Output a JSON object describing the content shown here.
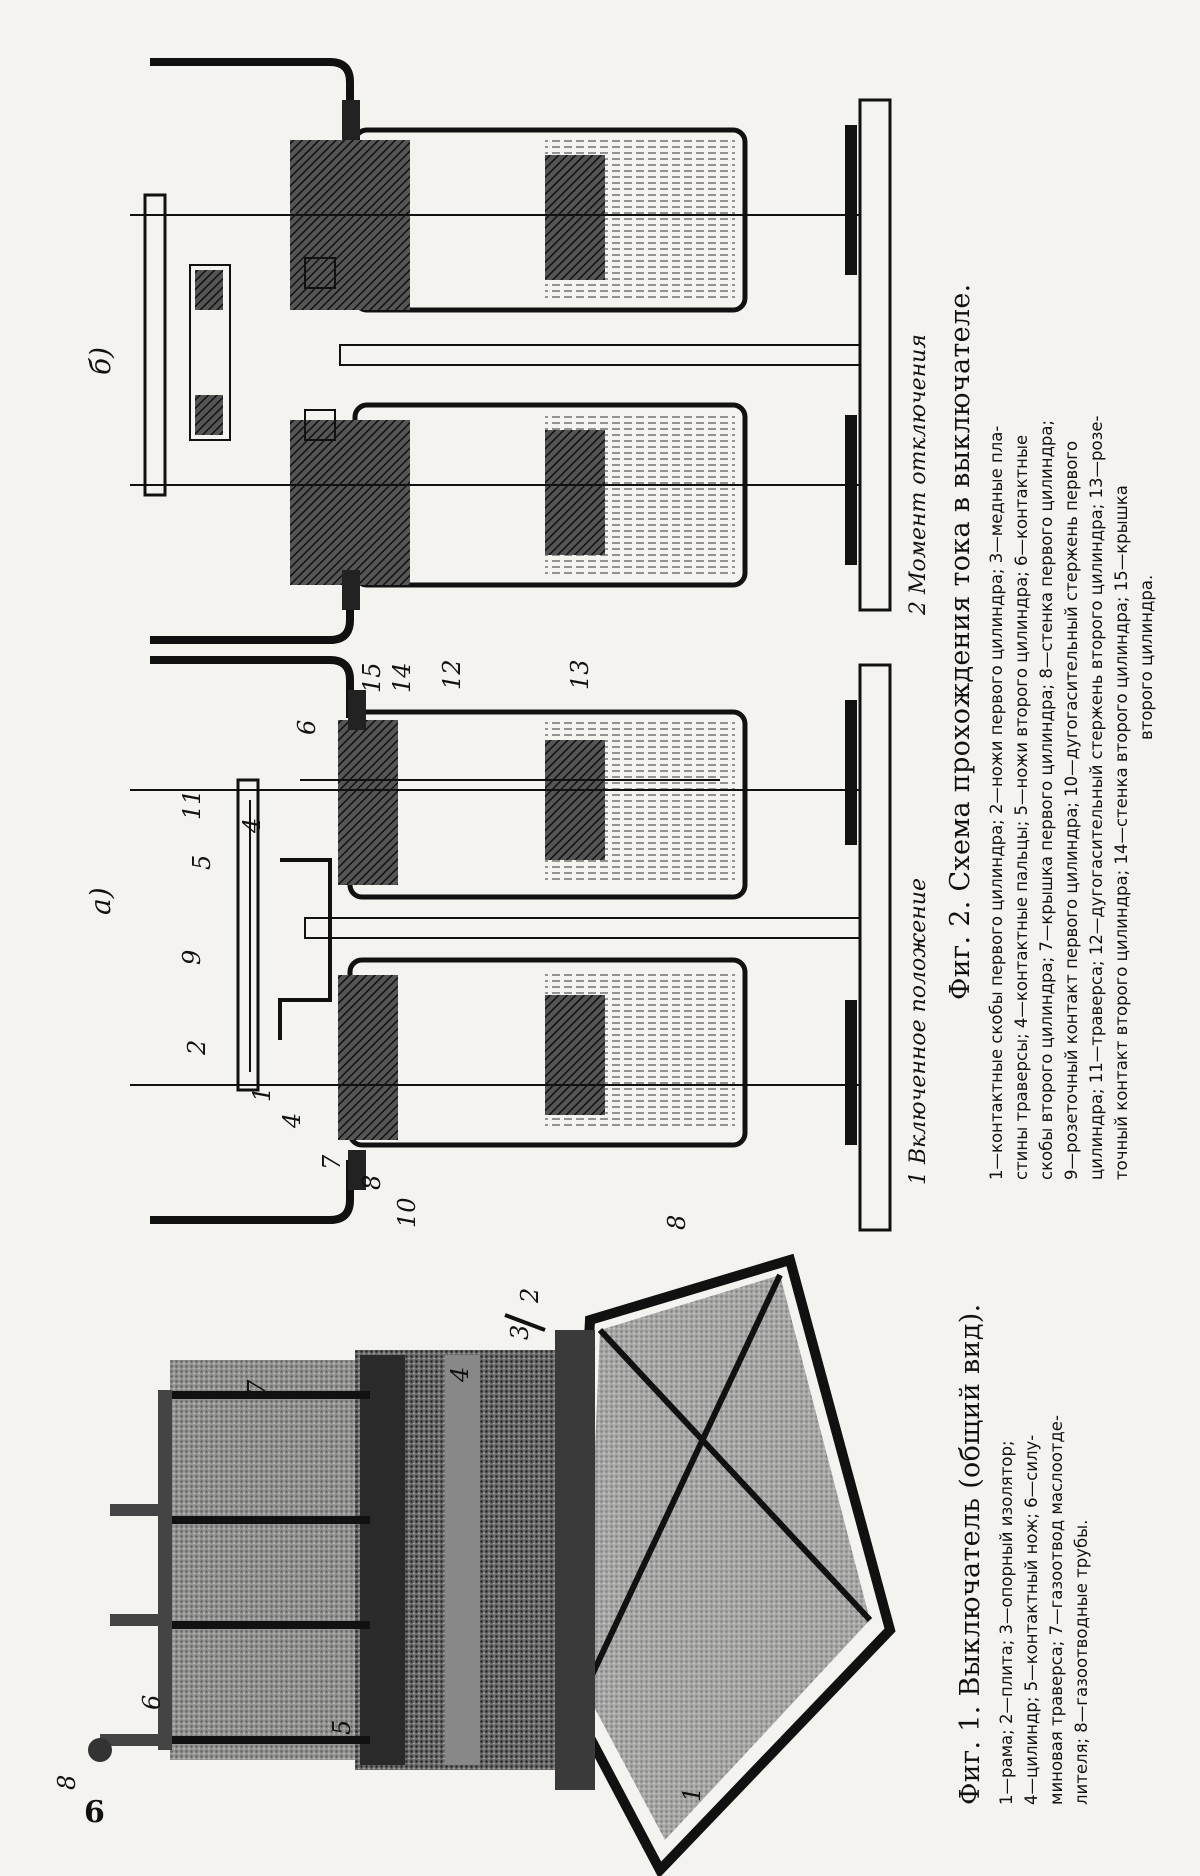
{
  "page_number": "6",
  "figure1": {
    "caption_title": "Фиг. 1. Выключатель (общий вид).",
    "caption_lines": [
      "1—рама; 2—плита; 3—опорный изолятор;",
      "4—цилиндр; 5—контактный нож; 6—силу-",
      "миновая траверса; 7—газоотвод маслоотде-",
      "лителя; 8—газоотводные трубы."
    ],
    "labels": [
      "1",
      "2",
      "3",
      "4",
      "5",
      "6",
      "7",
      "8"
    ]
  },
  "figure2": {
    "caption_title": "Фиг. 2. Схема прохождения тока в выключателе.",
    "caption_lines": [
      "1—контактные скобы первого цилиндра; 2—ножи первого цилиндра; 3—медные пла-",
      "стины траверсы; 4—контактные пальцы; 5—ножи второго цилиндра; 6—контактные",
      "скобы второго цилиндра; 7—крышка первого цилиндра; 8—стенка первого цилиндра;",
      "9—розеточный контакт первого цилиндра; 10—дугогасительный стержень первого",
      "цилиндра; 11—траверса; 12—дугогасительный стержень второго цилиндра; 13—розе-",
      "точный контакт второго цилиндра; 14—стенка второго цилиндра; 15—крышка",
      "второго цилиндра."
    ],
    "subfig_a": "а)",
    "subfig_b": "б)",
    "position_a": "1 Включенное положение",
    "position_b": "2 Момент отключения",
    "labels": [
      "1",
      "2",
      "4",
      "4",
      "5",
      "6",
      "7",
      "8",
      "9",
      "10",
      "11",
      "12",
      "13",
      "14",
      "15",
      "8"
    ]
  }
}
